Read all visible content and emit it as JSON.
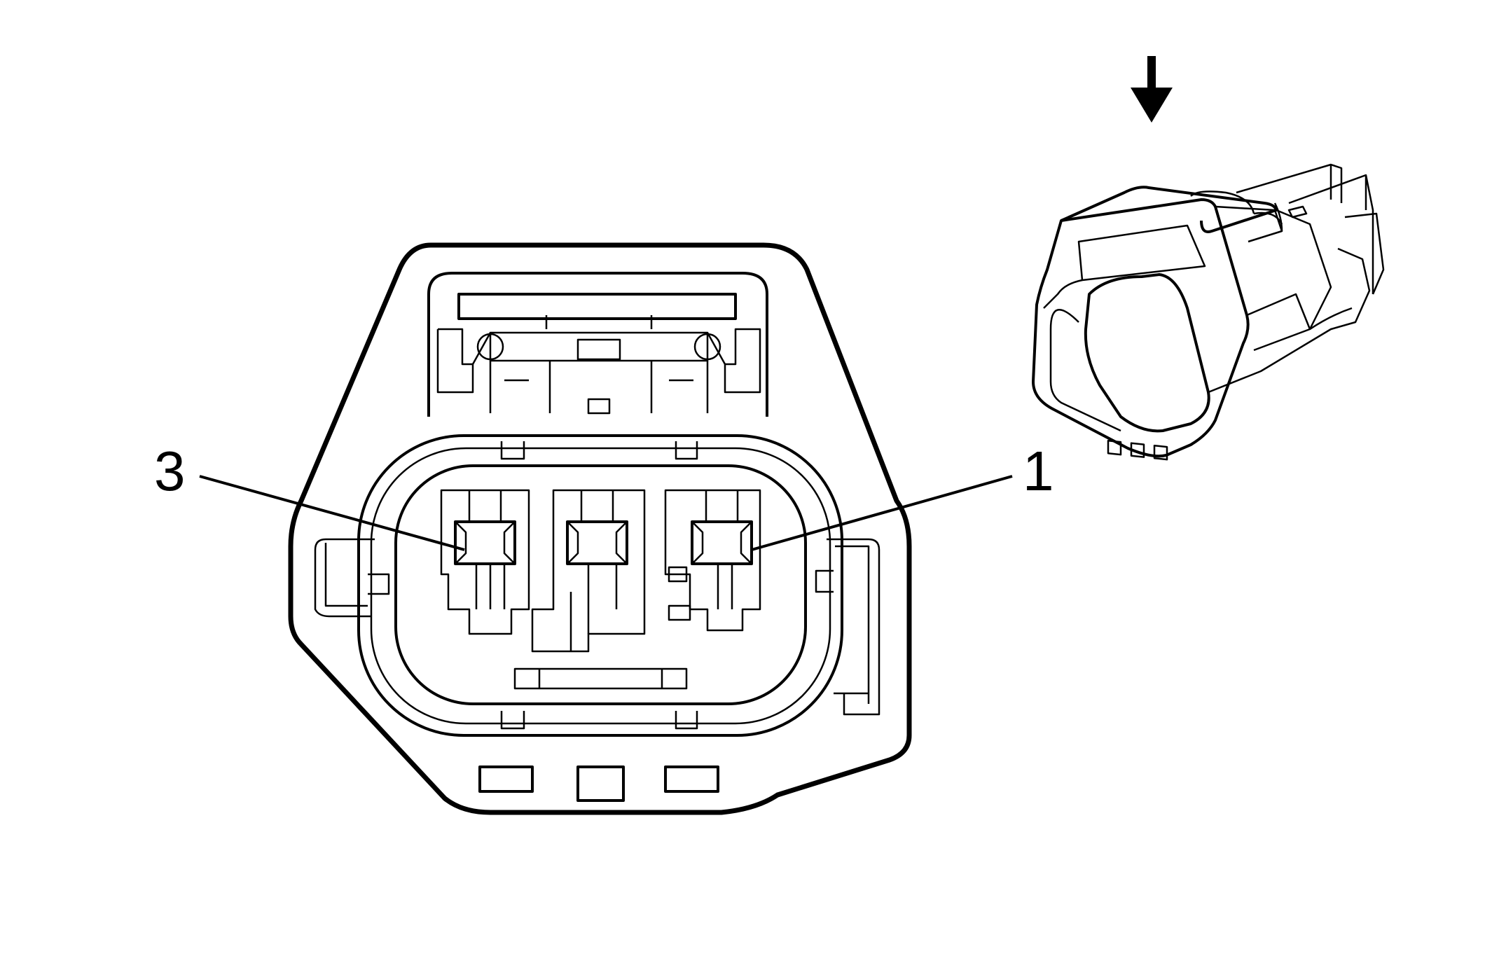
{
  "diagram": {
    "callouts": [
      {
        "id": "pin-3",
        "text": "3"
      },
      {
        "id": "pin-1",
        "text": "1"
      }
    ],
    "colors": {
      "line": "#000000",
      "background": "#ffffff"
    },
    "icons": {
      "view_direction": "down-arrow-icon"
    }
  }
}
